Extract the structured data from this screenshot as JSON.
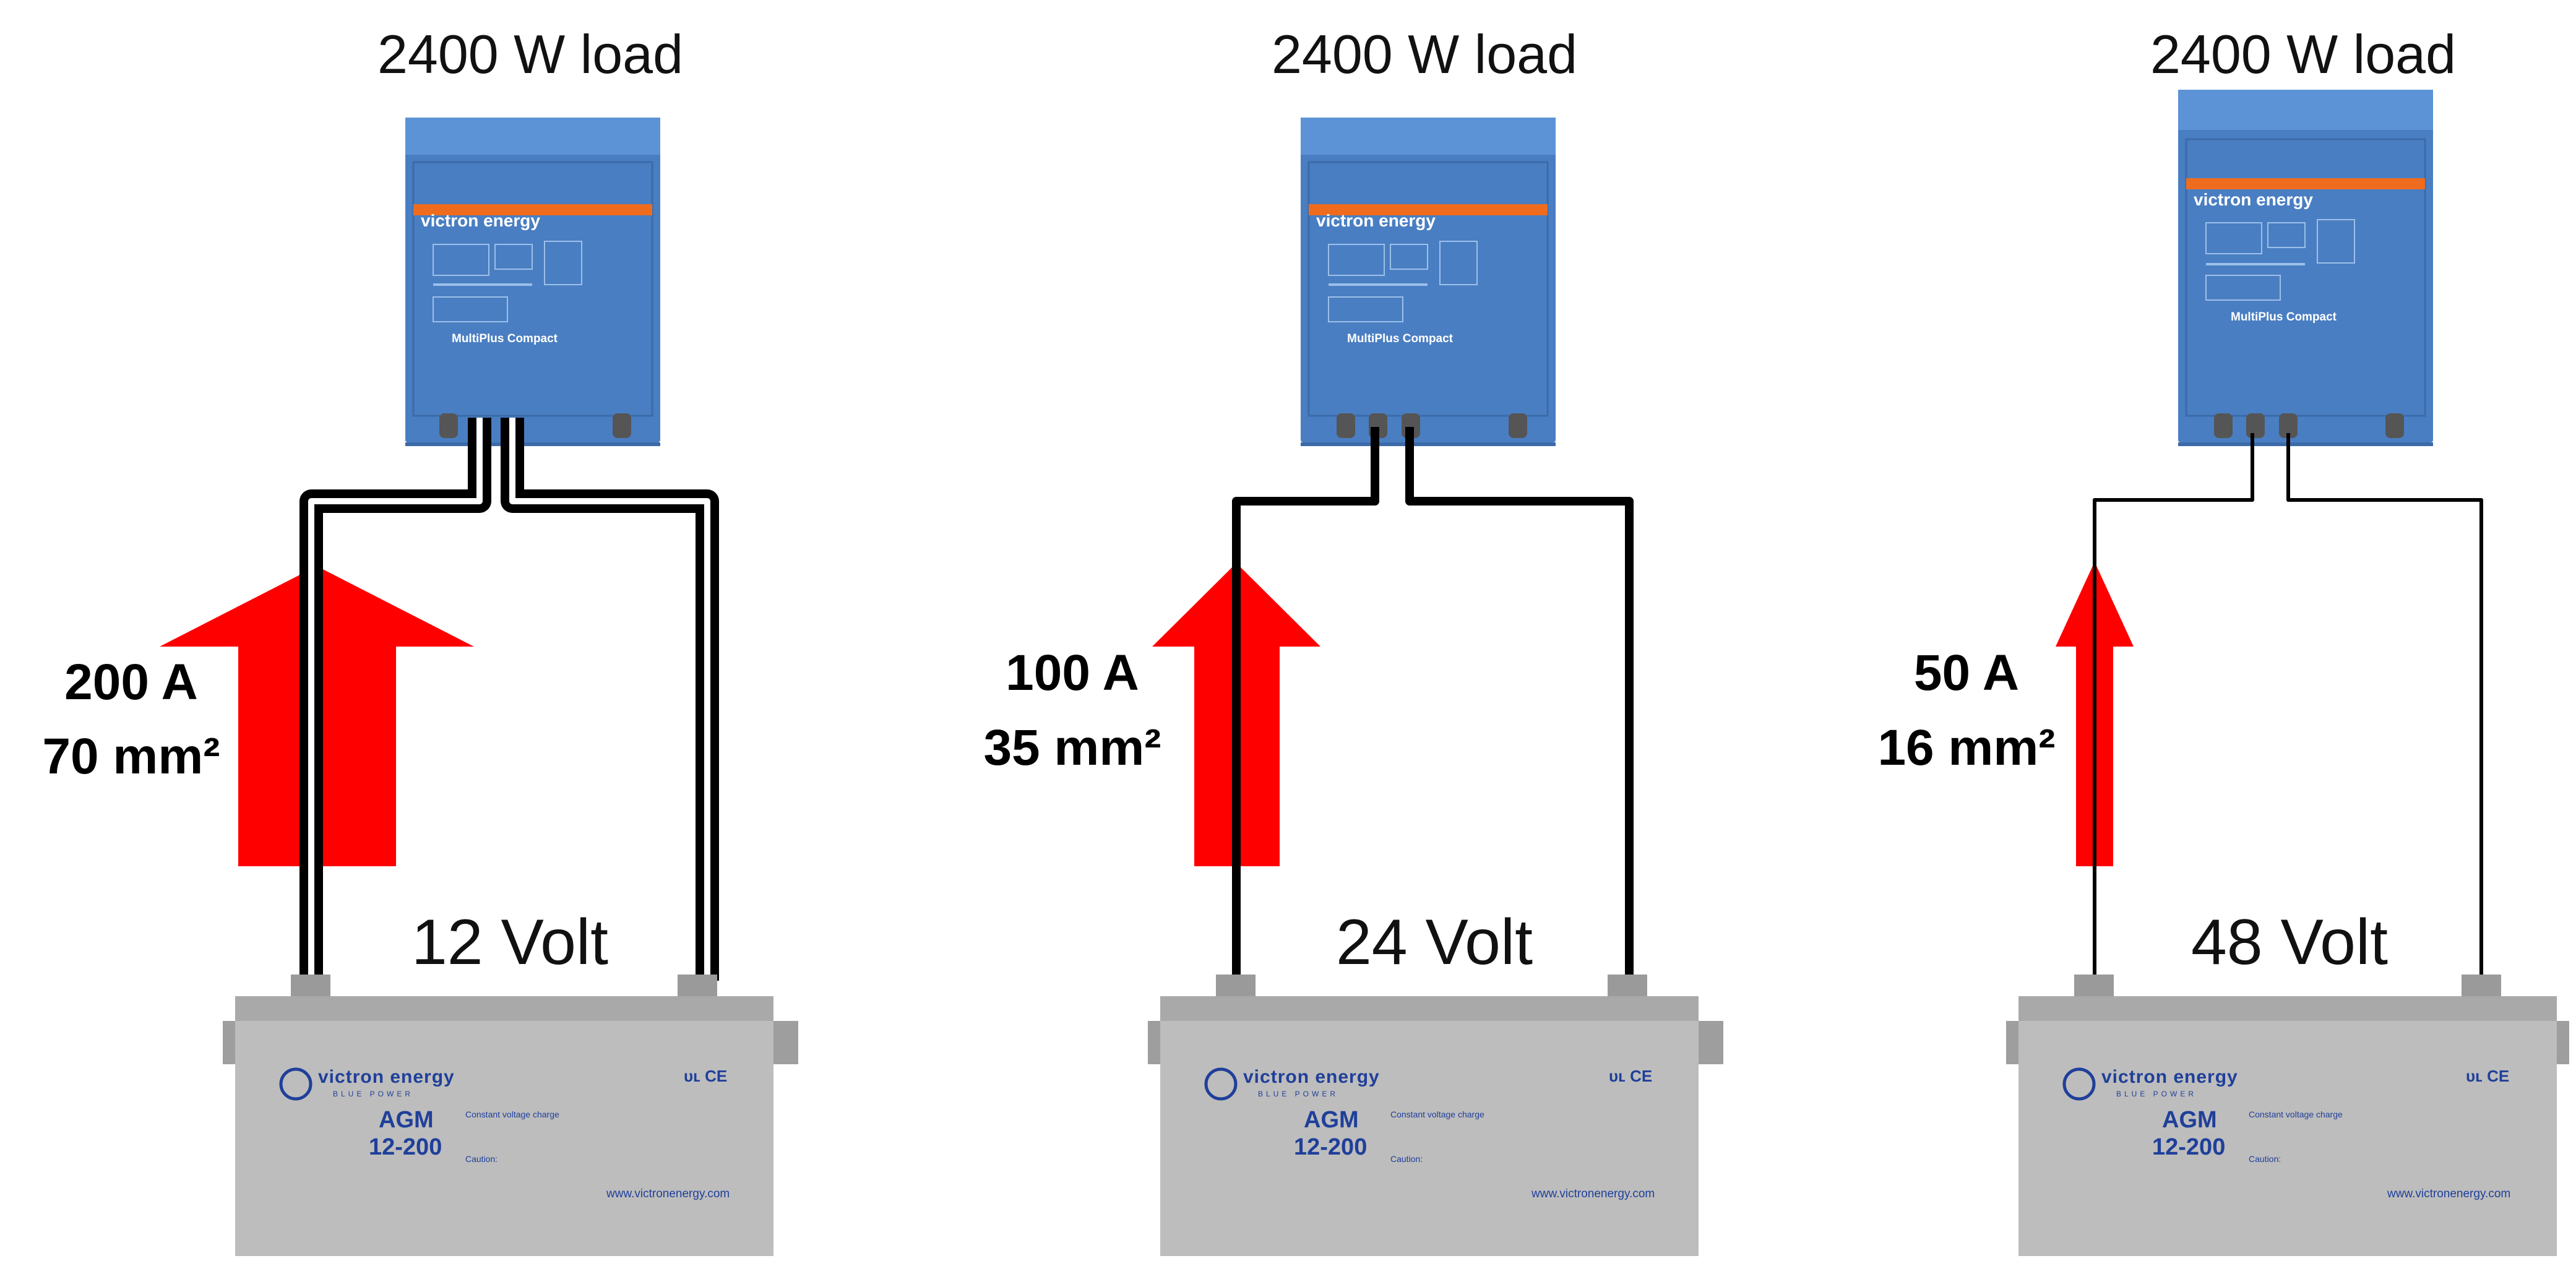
{
  "panels": [
    {
      "load_label": "2400 W load",
      "current_label": "200 A",
      "cable_label": "70 mm²",
      "voltage_label": "12 Volt",
      "cable_weight": "thick"
    },
    {
      "load_label": "2400 W load",
      "current_label": "100 A",
      "cable_label": "35 mm²",
      "voltage_label": "24 Volt",
      "cable_weight": "medium"
    },
    {
      "load_label": "2400 W load",
      "current_label": "50 A",
      "cable_label": "16 mm²",
      "voltage_label": "48 Volt",
      "cable_weight": "thin"
    }
  ],
  "inverter": {
    "brand": "victron energy",
    "product": "MultiPlus Compact"
  },
  "battery": {
    "brand": "victron energy",
    "tagline": "BLUE POWER",
    "model_line1": "AGM",
    "model_line2": "12-200",
    "charge_heading": "Constant voltage charge",
    "caution_heading": "Caution:",
    "url": "www.victronenergy.com"
  },
  "colors": {
    "inverter_blue": "#4a7ec2",
    "inverter_stripe": "#ef6c1f",
    "battery_grey": "#bdbdbd",
    "arrow_red": "#ff0000",
    "cable_black": "#000000"
  }
}
